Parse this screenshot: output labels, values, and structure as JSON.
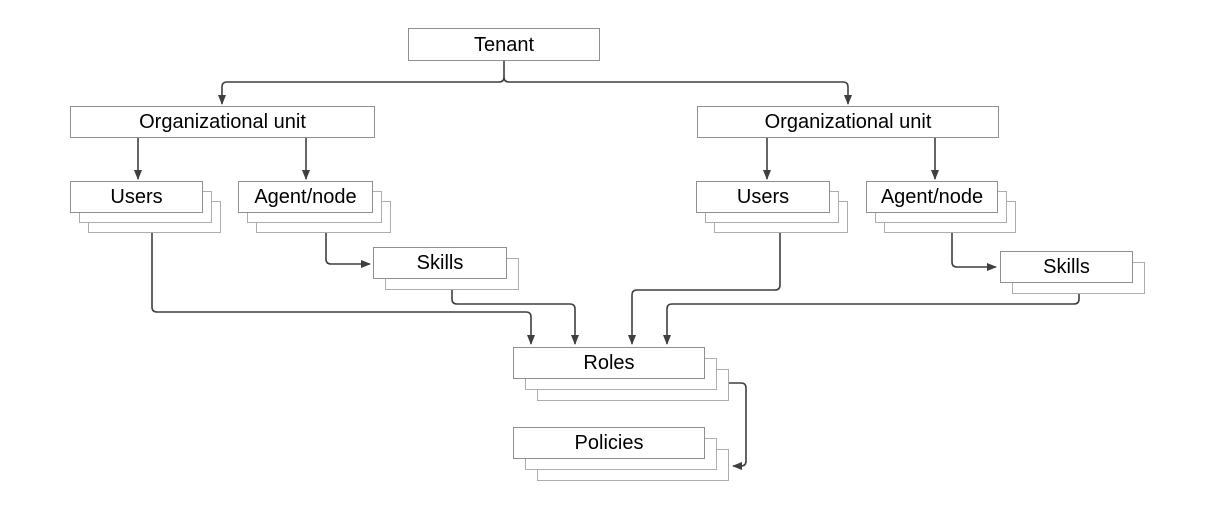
{
  "colors": {
    "background": "#ffffff",
    "box_border": "#8f8f8f",
    "stack_border": "#adadad",
    "connector": "#3f3f3f",
    "text": "#000000"
  },
  "nodes": {
    "tenant": {
      "label": "Tenant"
    },
    "org_unit_left": {
      "label": "Organizational unit"
    },
    "org_unit_right": {
      "label": "Organizational unit"
    },
    "users_left": {
      "label": "Users"
    },
    "agent_node_left": {
      "label": "Agent/node"
    },
    "skills_left": {
      "label": "Skills"
    },
    "users_right": {
      "label": "Users"
    },
    "agent_node_right": {
      "label": "Agent/node"
    },
    "skills_right": {
      "label": "Skills"
    },
    "roles": {
      "label": "Roles"
    },
    "policies": {
      "label": "Policies"
    }
  },
  "edges": [
    {
      "from": "tenant",
      "to": "org_unit_left"
    },
    {
      "from": "tenant",
      "to": "org_unit_right"
    },
    {
      "from": "org_unit_left",
      "to": "users_left"
    },
    {
      "from": "org_unit_left",
      "to": "agent_node_left"
    },
    {
      "from": "org_unit_right",
      "to": "users_right"
    },
    {
      "from": "org_unit_right",
      "to": "agent_node_right"
    },
    {
      "from": "agent_node_left",
      "to": "skills_left"
    },
    {
      "from": "agent_node_right",
      "to": "skills_right"
    },
    {
      "from": "users_left",
      "to": "roles"
    },
    {
      "from": "skills_left",
      "to": "roles"
    },
    {
      "from": "users_right",
      "to": "roles"
    },
    {
      "from": "skills_right",
      "to": "roles"
    },
    {
      "from": "roles",
      "to": "policies"
    }
  ]
}
